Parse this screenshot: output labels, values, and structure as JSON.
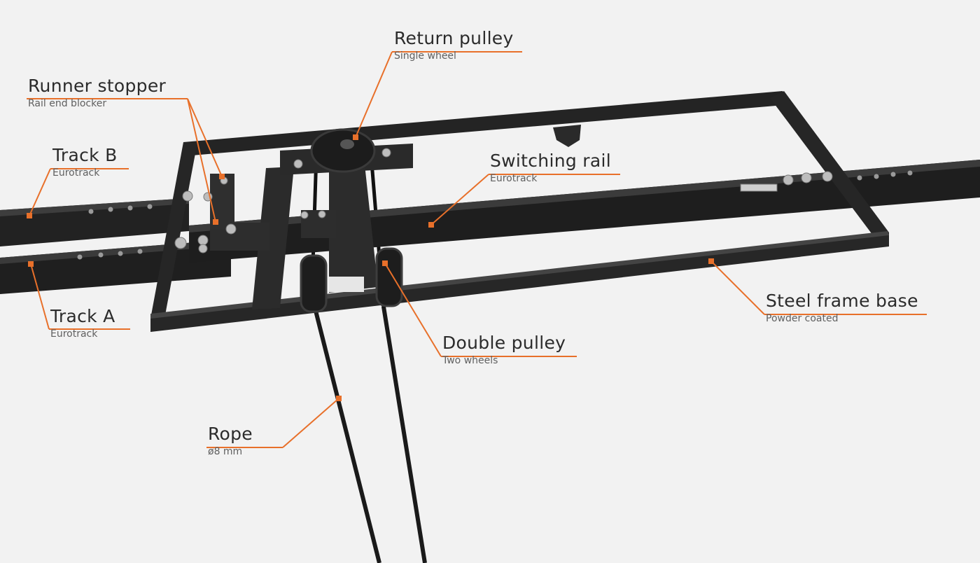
{
  "accent": "#e8702a",
  "labels": {
    "return_pulley": {
      "title": "Return pulley",
      "subtitle": "Single wheel"
    },
    "runner_stopper": {
      "title": "Runner stopper",
      "subtitle": "Rail end blocker"
    },
    "track_b": {
      "title": "Track B",
      "subtitle": "Eurotrack"
    },
    "switching_rail": {
      "title": "Switching rail",
      "subtitle": "Eurotrack"
    },
    "track_a": {
      "title": "Track A",
      "subtitle": "Eurotrack"
    },
    "steel_frame_base": {
      "title": "Steel frame base",
      "subtitle": "Powder coated"
    },
    "double_pulley": {
      "title": "Double pulley",
      "subtitle": "Two wheels"
    },
    "rope": {
      "title": "Rope",
      "subtitle": "ø8 mm"
    }
  }
}
